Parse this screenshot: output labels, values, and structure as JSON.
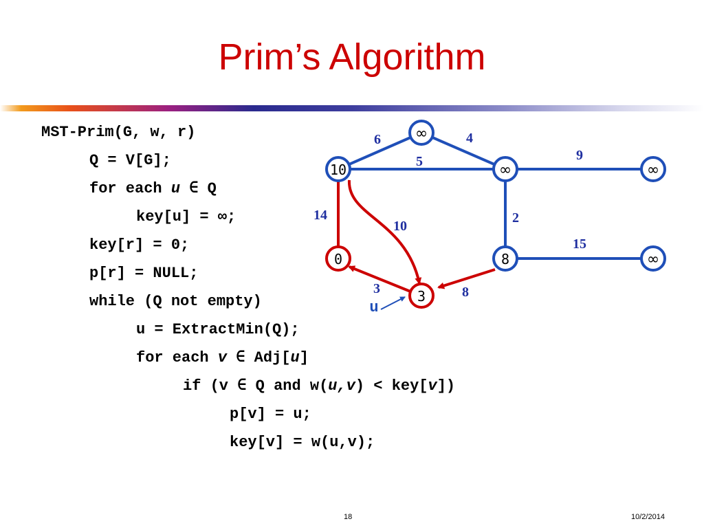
{
  "slide": {
    "title": "Prim’s Algorithm",
    "page_number": "18",
    "date": "10/2/2014"
  },
  "code": {
    "line1": "MST-Prim(G, w, r)",
    "line2": "Q = V[G];",
    "line3a": "for each ",
    "line3_var": "u",
    "line3b": " ∈ Q",
    "line4": "key[u] = ∞;",
    "line5": "key[r] = 0;",
    "line6": "p[r] = NULL;",
    "line7": "while (Q not empty)",
    "line8": "u = ExtractMin(Q);",
    "line9a": "for each ",
    "line9_var": "v",
    "line9b": " ∈ Adj[",
    "line9_var2": "u",
    "line9c": "]",
    "line10a": "if (v ∈ Q and w(",
    "line10_u": "u",
    "line10_comma": ",",
    "line10_v": "v",
    "line10b": ") < key[",
    "line10_v2": "v",
    "line10c": "])",
    "line11": "p[v] = u;",
    "line12": "key[v] = w(u,v);"
  },
  "graph": {
    "colors": {
      "tree": "#cc0000",
      "edge": "#1f4fb8",
      "weight": "#1f2fa0",
      "node_fill": "#ffffff",
      "node_text": "#000000"
    },
    "nodes": {
      "top": "∞",
      "left_upper": "10",
      "mid_upper": "∞",
      "right_upper": "∞",
      "left_lower": "0",
      "mid_lower": "8",
      "right_lower": "∞",
      "bottom": "3"
    },
    "edge_weights": {
      "w_top_left": "6",
      "w_top_mid": "4",
      "w_left_mid": "5",
      "w_mid_right": "9",
      "w_left_vertical": "14",
      "w_curve": "10",
      "w_mid_vertical": "2",
      "w_lowmid_right": "15",
      "w_bottom_left": "3",
      "w_bottom_mid": "8"
    },
    "pointer_label": "u"
  }
}
